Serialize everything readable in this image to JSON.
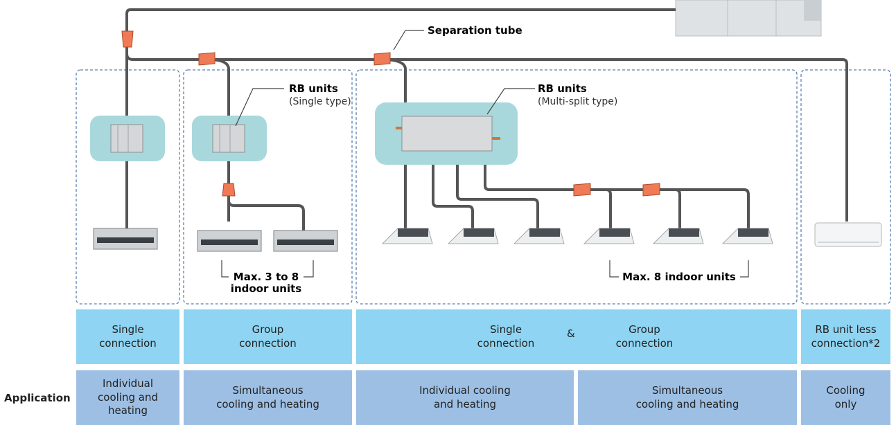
{
  "callouts": {
    "separation_tube": "Separation tube",
    "rb_single_title": "RB units",
    "rb_single_sub": "(Single type)",
    "rb_multi_title": "RB units",
    "rb_multi_sub": "(Multi-split type)",
    "max_group_line1": "Max. 3 to 8",
    "max_group_line2": "indoor units",
    "max_multi": "Max. 8 indoor units"
  },
  "connections": {
    "single": "Single\nconnection",
    "group": "Group\nconnection",
    "mixed_single": "Single\nconnection",
    "ampersand": "&",
    "mixed_group": "Group\nconnection",
    "rb_less": "RB unit less\nconnection*2"
  },
  "application": {
    "label": "Application",
    "col1": "Individual\ncooling and\nheating",
    "col2": "Simultaneous\ncooling and heating",
    "col3": "Individual cooling\nand heating",
    "col4": "Simultaneous\ncooling and heating",
    "col5": "Cooling\nonly"
  },
  "colors": {
    "pipe": "#555555",
    "separation_tube": "#f07a55",
    "rb_box": "#a8d8dc",
    "zone_border": "#5a7fb0",
    "connection_row": "#8fd4f2",
    "application_row": "#9dbfe4"
  }
}
